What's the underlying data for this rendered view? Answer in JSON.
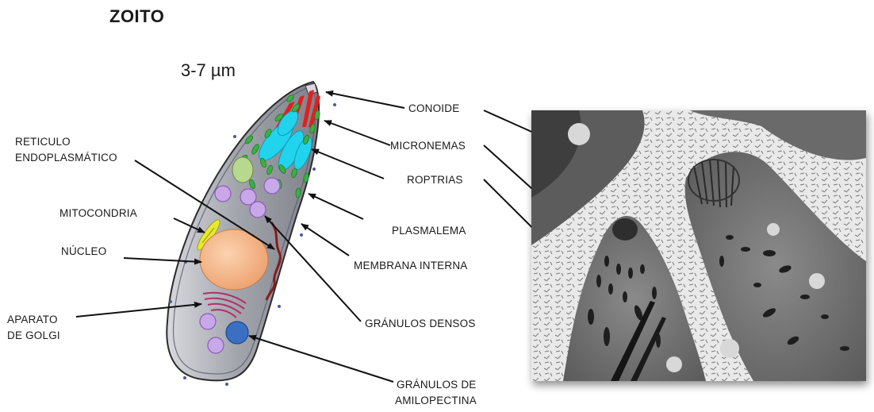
{
  "title": "ZOITO",
  "scale": "3-7 µm",
  "labels": {
    "conoide": "CONOIDE",
    "micronemas": "MICRONEMAS",
    "roptrias": "ROPTRIAS",
    "plasmalema": "PLASMALEMA",
    "membrana": "MEMBRANA INTERNA",
    "densos": "GRÁNULOS DENSOS",
    "amilo1": "GRÁNULOS DE",
    "amilo2": "AMILOPECTINA",
    "reticulo1": "RETICULO",
    "reticulo2": "ENDOPLASMÁTICO",
    "mitocondria": "MITOCONDRIA",
    "nucleo": "NÚCLEO",
    "aparato1": "APARATO",
    "aparato2": "DE GOLGI"
  },
  "colors": {
    "cell_body": "#9ea0a8",
    "nucleus": "#f5b98a",
    "rhoptries": "#22d3ee",
    "conoid_red": "#e02020",
    "micronemes": "#3cb043",
    "dense_granules": "#c8a8e8",
    "amylopectin": "#3a6fc4",
    "mitochondrion": "#e8e830",
    "apicoplast": "#b8d890"
  }
}
